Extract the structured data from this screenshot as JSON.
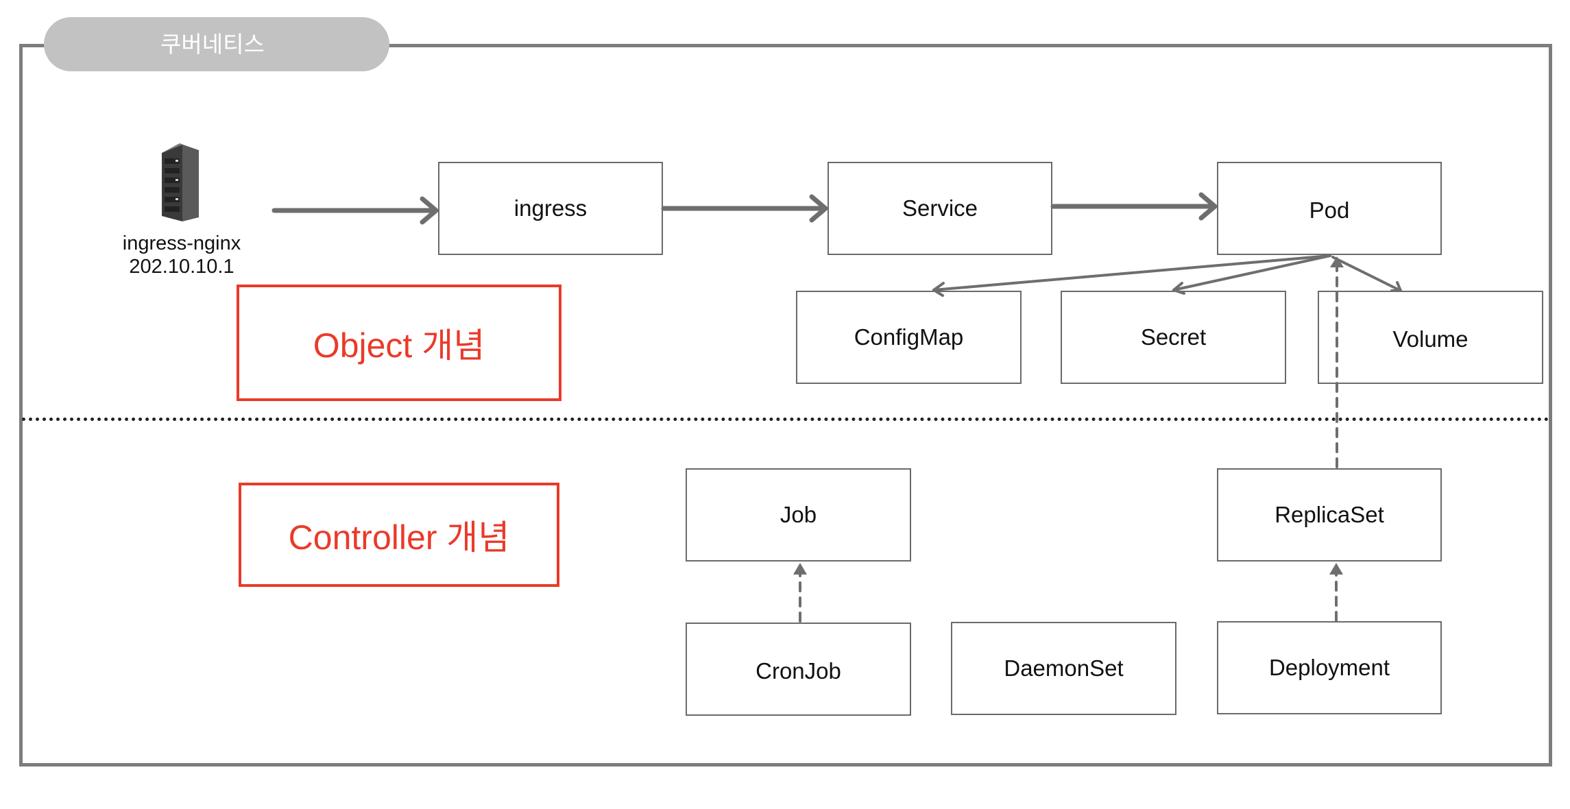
{
  "cluster": {
    "title": "쿠버네티스"
  },
  "server": {
    "name": "ingress-nginx",
    "ip": "202.10.10.1",
    "icon": "server-rack-icon"
  },
  "concepts": {
    "object": "Object 개념",
    "controller": "Controller 개념"
  },
  "objects": {
    "ingress": "ingress",
    "service": "Service",
    "pod": "Pod",
    "configmap": "ConfigMap",
    "secret": "Secret",
    "volume": "Volume"
  },
  "controllers": {
    "job": "Job",
    "cronjob": "CronJob",
    "daemonset": "DaemonSet",
    "replicaset": "ReplicaSet",
    "deployment": "Deployment"
  },
  "colors": {
    "concept_red": "#ea3a2a",
    "arrow_gray": "#6e6e6e",
    "frame_gray": "#7d7d7d",
    "tab_gray": "#c2c2c2"
  }
}
